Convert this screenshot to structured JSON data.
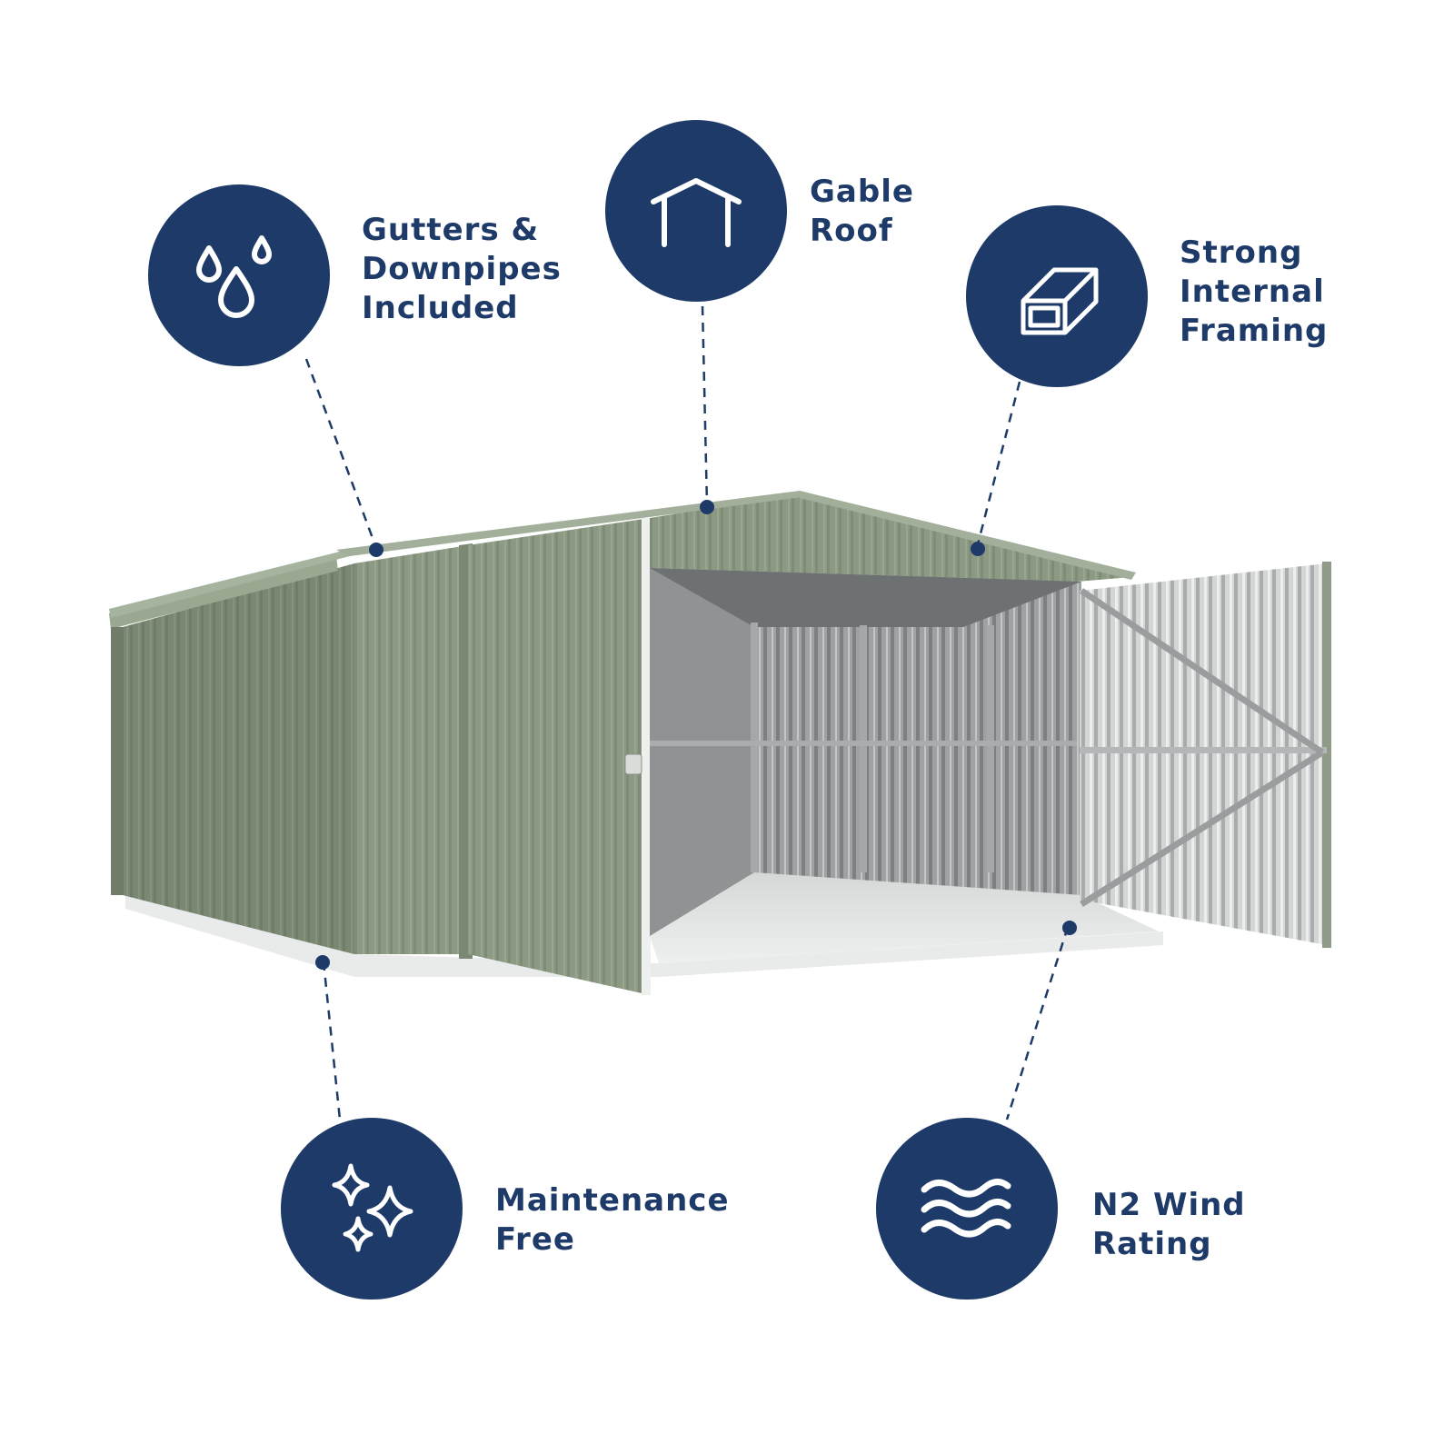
{
  "colors": {
    "brand_navy": "#1e3a68",
    "shed_green": "#8a9882",
    "interior_grey": "#b9bcbc"
  },
  "features": [
    {
      "id": "gutters",
      "icon": "water-drops-icon",
      "lines": [
        "Gutters &",
        "Downpipes",
        "Included"
      ]
    },
    {
      "id": "gable-roof",
      "icon": "house-roof-icon",
      "lines": [
        "Gable",
        "Roof"
      ]
    },
    {
      "id": "framing",
      "icon": "steel-beam-icon",
      "lines": [
        "Strong",
        "Internal",
        "Framing"
      ]
    },
    {
      "id": "maintenance",
      "icon": "sparkle-icon",
      "lines": [
        "Maintenance",
        "Free"
      ]
    },
    {
      "id": "wind-rating",
      "icon": "wind-waves-icon",
      "lines": [
        "N2 Wind",
        "Rating"
      ]
    }
  ]
}
